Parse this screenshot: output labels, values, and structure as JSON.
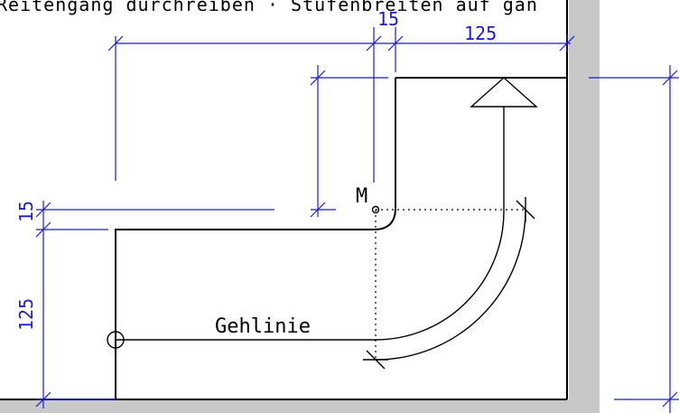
{
  "heading": "Reitengang durchreiben · Stufenbreiten auf gan",
  "labels": {
    "walk_line": "Gehlinie",
    "center_point": "M"
  },
  "dimensions": {
    "top_gap": "15",
    "top_width": "125",
    "left_gap": "15",
    "left_height": "125"
  },
  "colors": {
    "dimension": "#1a1ad6",
    "wall": "#c8c8c8",
    "outline": "#000000"
  }
}
